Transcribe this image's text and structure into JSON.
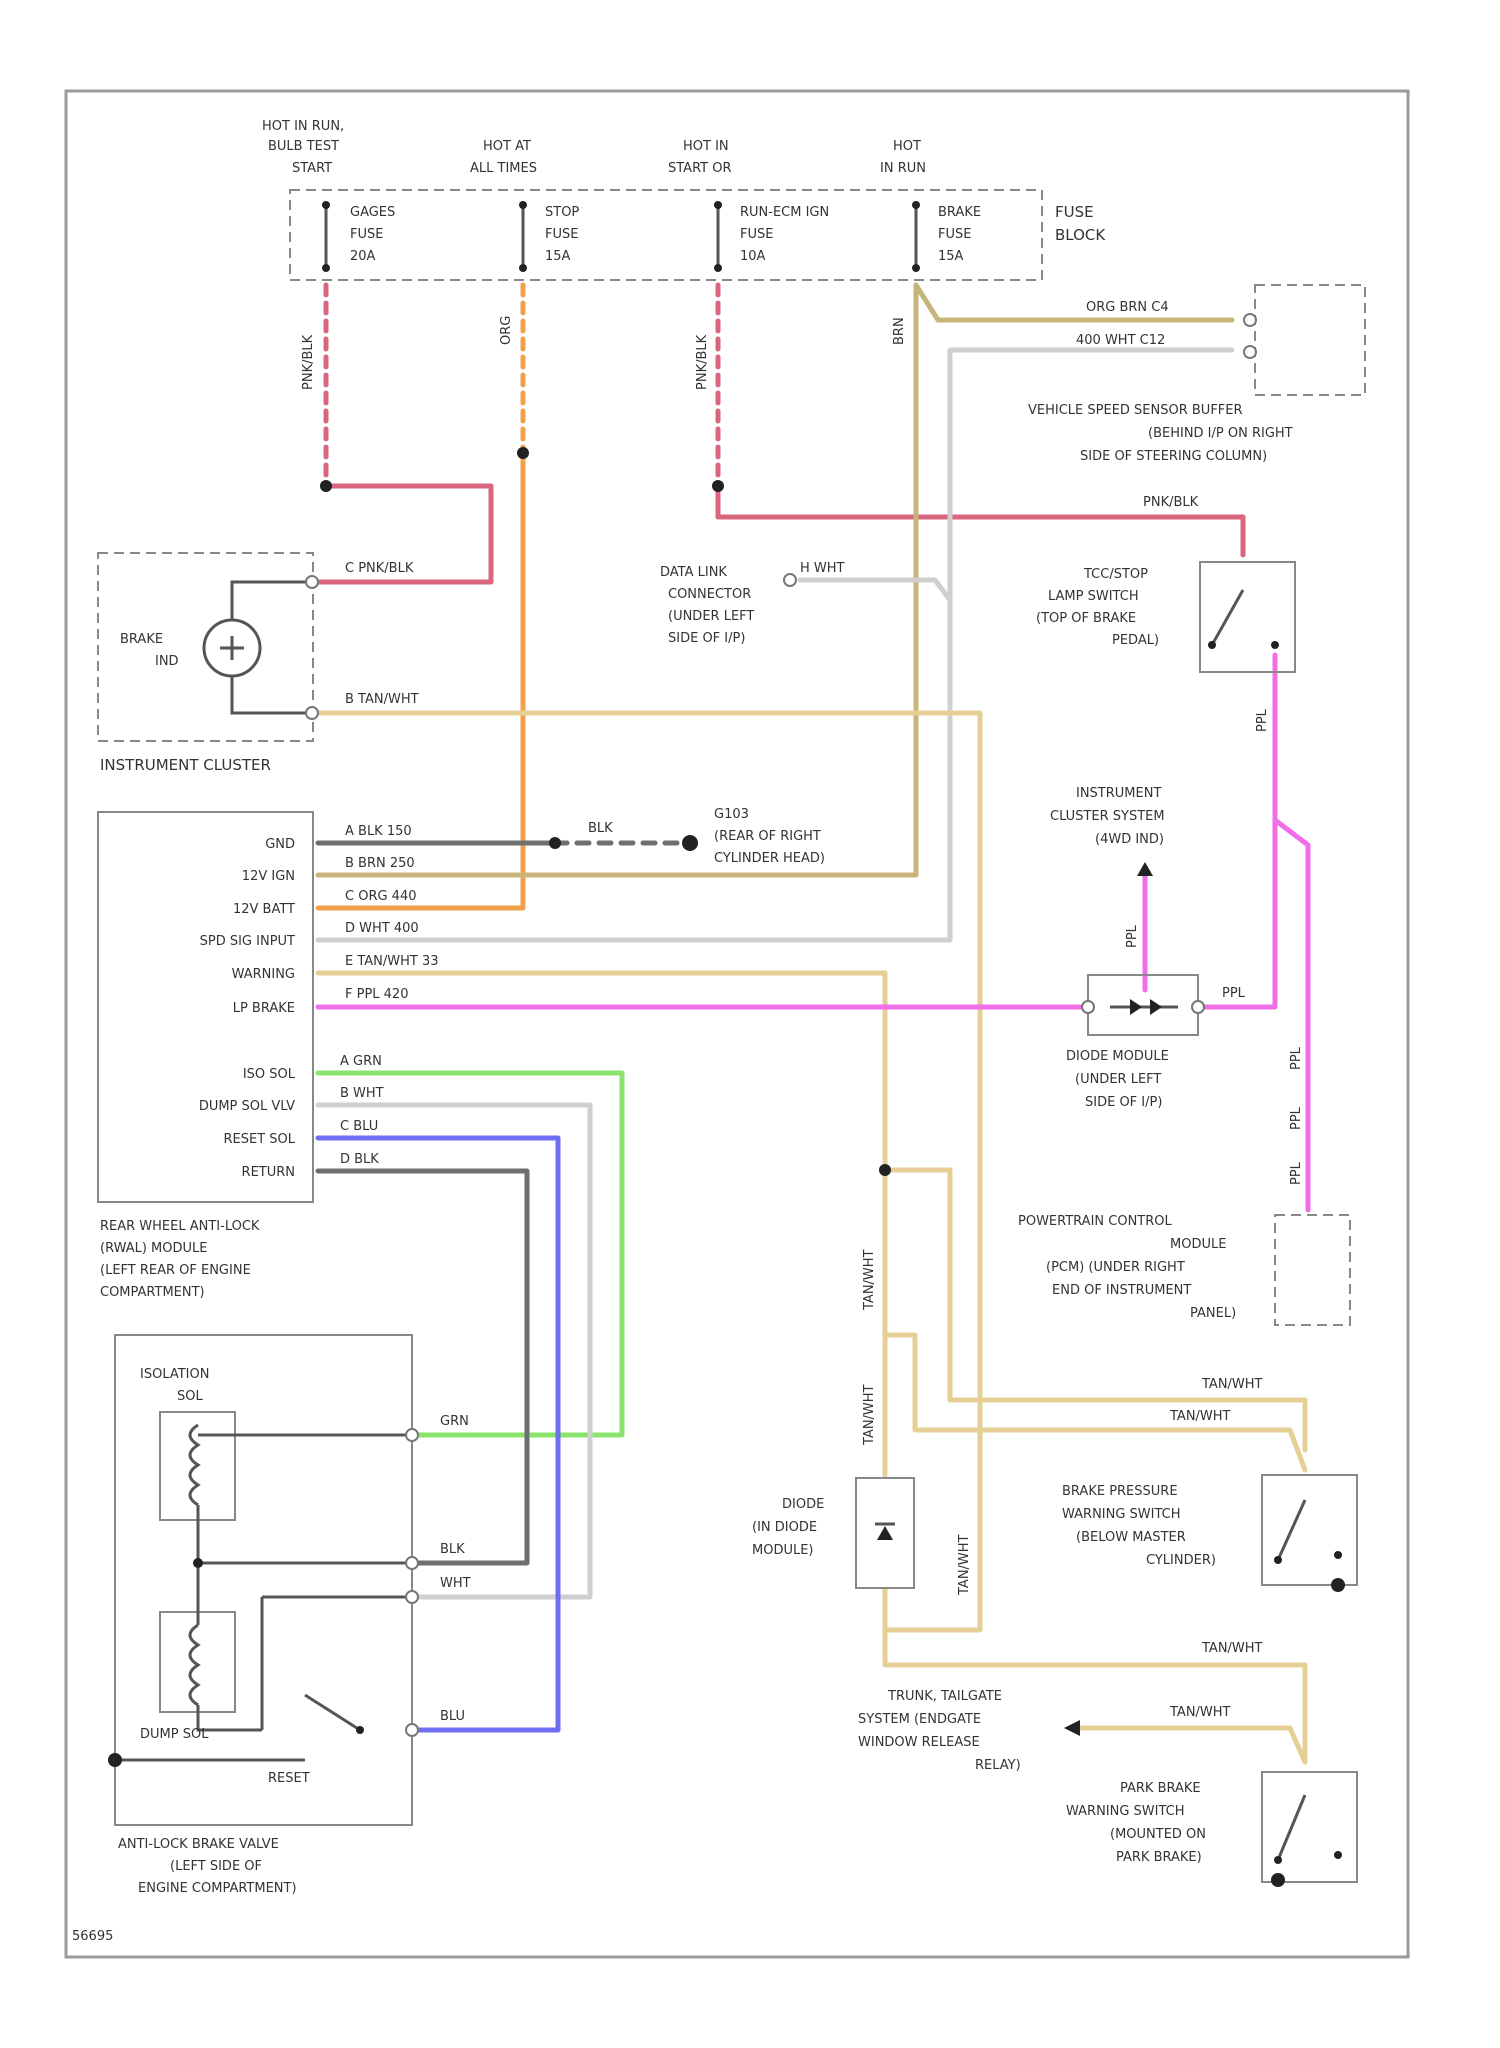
{
  "colors": {
    "pnk_blk": "#d9667e",
    "org": "#f0a24a",
    "brn": "#c7b47b",
    "tan": "#e6cf94",
    "wht": "#cfcfcf",
    "ppl": "#f06ee8",
    "grn": "#8ae36b",
    "blu": "#6d6ef0",
    "blk": "#6f6f6f",
    "frame": "#9a9a9a"
  },
  "fuse_block": {
    "label": [
      "FUSE",
      "BLOCK"
    ],
    "feeds": [
      {
        "hot": [
          "HOT IN RUN,",
          "BULB TEST",
          "START"
        ],
        "fuse": [
          "GAGES",
          "FUSE",
          "20A"
        ],
        "wire": "PNK/BLK"
      },
      {
        "hot": [
          "HOT AT",
          "ALL TIMES"
        ],
        "fuse": [
          "STOP",
          "FUSE",
          "15A"
        ],
        "wire": "ORG"
      },
      {
        "hot": [
          "HOT IN",
          "START OR"
        ],
        "fuse": [
          "RUN-ECM IGN",
          "FUSE",
          "10A"
        ],
        "wire": "PNK/BLK"
      },
      {
        "hot": [
          "HOT",
          "IN RUN"
        ],
        "fuse": [
          "BRAKE",
          "FUSE",
          "15A"
        ],
        "wire": "BRN"
      }
    ]
  },
  "vss_buffer": {
    "label": [
      "VEHICLE SPEED SENSOR BUFFER",
      "(BEHIND I/P ON RIGHT",
      "SIDE OF STEERING COLUMN)"
    ],
    "pins": [
      {
        "text": "ORG    BRN    C4"
      },
      {
        "text": "400    WHT    C12"
      }
    ]
  },
  "instrument_cluster": {
    "label": "INSTRUMENT CLUSTER",
    "indicator": [
      "BRAKE",
      "IND"
    ],
    "pins": [
      {
        "text": "C    PNK/BLK"
      },
      {
        "text": "B    TAN/WHT"
      }
    ]
  },
  "data_link": {
    "label": [
      "DATA LINK",
      "CONNECTOR",
      "(UNDER LEFT",
      "SIDE OF I/P)"
    ],
    "pin": "H    WHT"
  },
  "stoplamp_switch": {
    "label": [
      "TCC/STOP",
      "LAMP SWITCH",
      "(TOP OF BRAKE",
      "PEDAL)"
    ],
    "wire_top": "PNK/BLK",
    "wire_bottom": "PPL"
  },
  "ground": {
    "label": [
      "G103",
      "(REAR OF RIGHT",
      "CYLINDER HEAD)"
    ],
    "wire": "BLK"
  },
  "rwal_module": {
    "label": [
      "REAR WHEEL ANTI-LOCK",
      "(RWAL) MODULE",
      "(LEFT REAR OF ENGINE",
      "COMPARTMENT)"
    ],
    "upper": [
      {
        "name": "GND",
        "pin": "A    BLK    150"
      },
      {
        "name": "12V IGN",
        "pin": "B    BRN    250"
      },
      {
        "name": "12V BATT",
        "pin": "C    ORG    440"
      },
      {
        "name": "SPD SIG INPUT",
        "pin": "D    WHT    400"
      },
      {
        "name": "WARNING",
        "pin": "E    TAN/WHT    33"
      },
      {
        "name": "LP BRAKE",
        "pin": "F    PPL    420"
      }
    ],
    "lower": [
      {
        "name": "ISO SOL",
        "pin": "A    GRN"
      },
      {
        "name": "DUMP SOL VLV",
        "pin": "B    WHT"
      },
      {
        "name": "RESET SOL",
        "pin": "C    BLU"
      },
      {
        "name": "RETURN",
        "pin": "D    BLK"
      }
    ]
  },
  "cluster_system": {
    "label": [
      "INSTRUMENT",
      "CLUSTER SYSTEM",
      "(4WD IND)"
    ],
    "wire": "PPL"
  },
  "diode_module": {
    "label": [
      "DIODE MODULE",
      "(UNDER LEFT",
      "SIDE OF I/P)"
    ],
    "wire": "PPL"
  },
  "pcm": {
    "label": [
      "POWERTRAIN CONTROL",
      "MODULE",
      "(PCM) (UNDER RIGHT",
      "END OF INSTRUMENT",
      "PANEL)"
    ],
    "wires": [
      "PPL",
      "PPL",
      "PPL"
    ]
  },
  "abs_valve": {
    "label": [
      "ANTI-LOCK BRAKE VALVE",
      "(LEFT SIDE OF",
      "ENGINE COMPARTMENT)"
    ],
    "iso": [
      "ISOLATION",
      "SOL"
    ],
    "dump": "DUMP SOL",
    "reset": "RESET",
    "wires": [
      "GRN",
      "BLK",
      "WHT",
      "BLU"
    ]
  },
  "diode": {
    "label": [
      "DIODE",
      "(IN DIODE",
      "MODULE)"
    ],
    "wires": [
      "TAN/WHT",
      "TAN/WHT",
      "TAN/WHT"
    ]
  },
  "pressure_switch": {
    "label": [
      "BRAKE PRESSURE",
      "WARNING SWITCH",
      "(BELOW MASTER",
      "CYLINDER)"
    ],
    "wires": [
      "TAN/WHT",
      "TAN/WHT"
    ]
  },
  "relay": {
    "label": [
      "TRUNK, TAILGATE",
      "SYSTEM (ENDGATE",
      "WINDOW RELEASE",
      "RELAY)"
    ]
  },
  "park_switch": {
    "label": [
      "PARK BRAKE",
      "WARNING SWITCH",
      "(MOUNTED ON",
      "PARK BRAKE)"
    ],
    "wires": [
      "TAN/WHT",
      "TAN/WHT"
    ]
  },
  "figure_id": "56695"
}
